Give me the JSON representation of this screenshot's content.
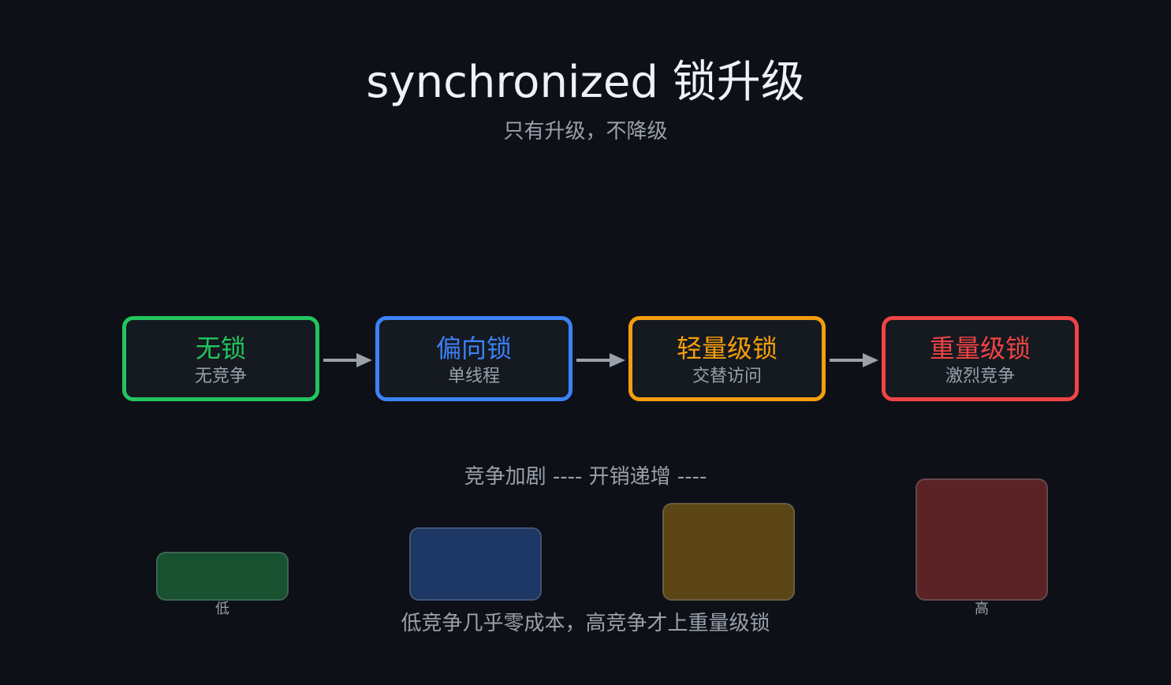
{
  "title": "synchronized 锁升级",
  "subtitle": "只有升级，不降级",
  "stages": [
    {
      "name": "无锁",
      "desc": "无竞争",
      "color": "#22c55e"
    },
    {
      "name": "偏向锁",
      "desc": "单线程",
      "color": "#3b82f6"
    },
    {
      "name": "轻量级锁",
      "desc": "交替访问",
      "color": "#f59e0b"
    },
    {
      "name": "重量级锁",
      "desc": "激烈竞争",
      "color": "#ef4444"
    }
  ],
  "arrow_color": "#9aa1ab",
  "caption": "竞争加剧 ---- 开销递增 ----",
  "cost_levels": [
    {
      "level": 1,
      "fill": "#17512f"
    },
    {
      "level": 2,
      "fill": "#1e3865"
    },
    {
      "level": 3,
      "fill": "#5b4514"
    },
    {
      "level": 4,
      "fill": "#5b2326"
    }
  ],
  "cost_low_label": "低",
  "cost_high_label": "高",
  "footer": "低竞争几乎零成本，高竞争才上重量级锁"
}
